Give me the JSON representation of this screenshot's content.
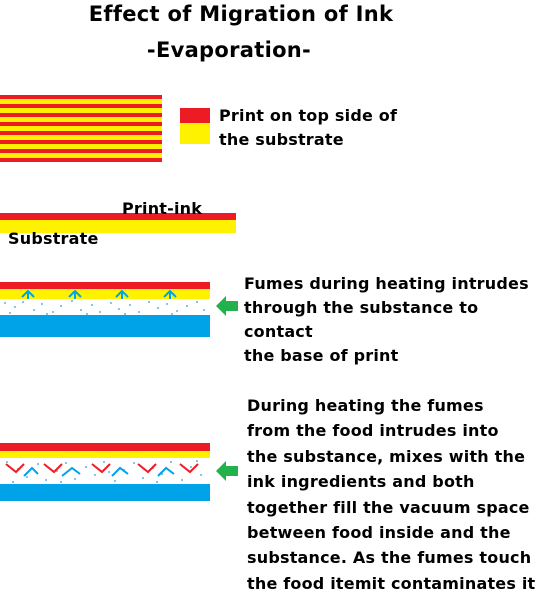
{
  "title": "Effect of Migration of Ink",
  "subtitle": "-Evaporation-",
  "legend": {
    "lines": [
      "Print on top side of",
      "the substrate"
    ],
    "colors": {
      "print": "#ed1c24",
      "substrate": "#fff200"
    }
  },
  "section1": {
    "print_ink_label": "Print-ink",
    "substrate_label": "Substrate"
  },
  "section2": {
    "lines": [
      "Fumes during heating intrudes",
      "through the substance to contact",
      "the base of print"
    ]
  },
  "section3": {
    "lines": [
      "During heating the fumes",
      "from the food intrudes into",
      "the substance, mixes with the",
      "ink ingredients and both",
      "together fill the vacuum space",
      "between food inside and the",
      "substance. As the fumes touch",
      "the food itemit contaminates it"
    ]
  },
  "colors": {
    "red": "#ed1c24",
    "yellow": "#fff200",
    "blue": "#00a2e8",
    "arrow_green": "#22b14c"
  }
}
